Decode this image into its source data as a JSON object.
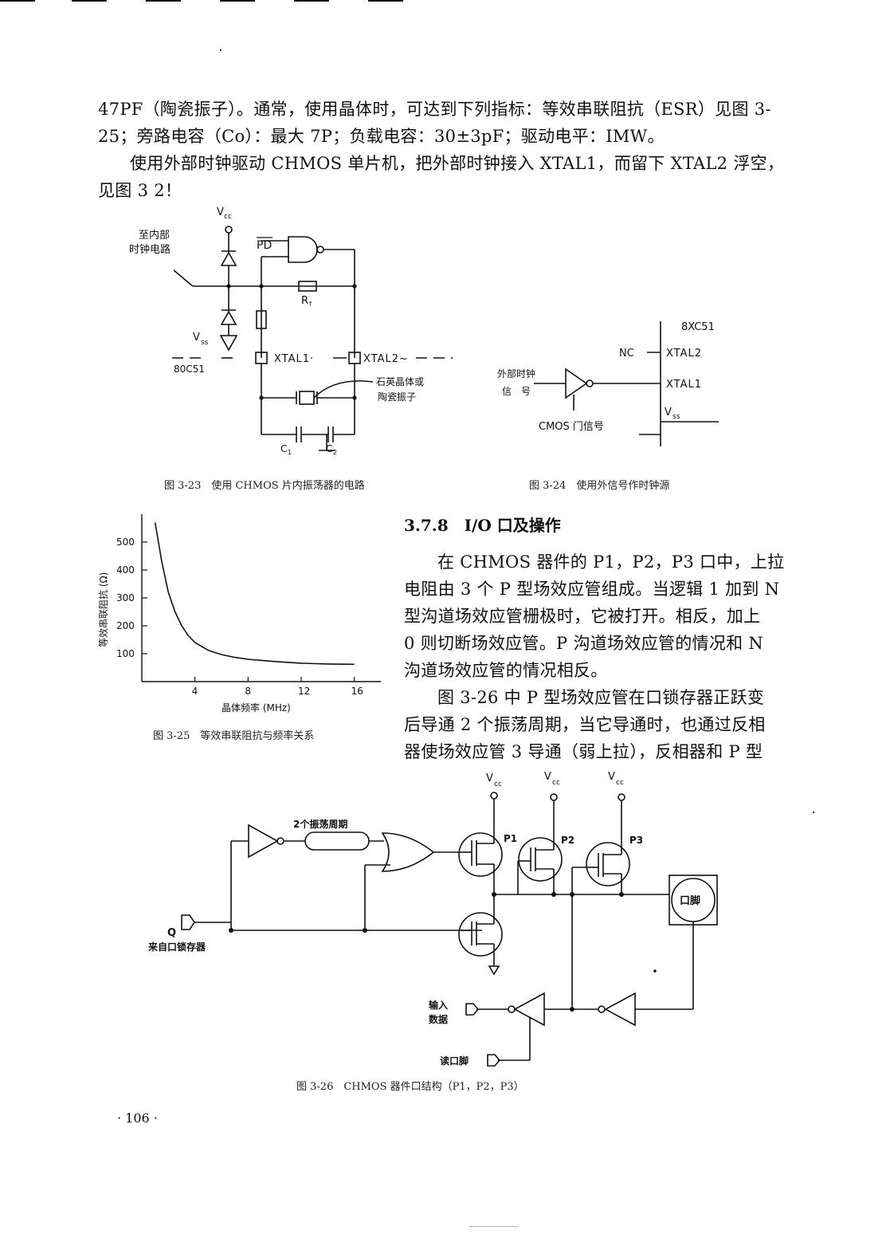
{
  "paragraphs": {
    "p1_line1": "47PF（陶瓷振子）。通常，使用晶体时，可达到下列指标：等效串联阻抗（ESR）见图 3-",
    "p1_line2": "25；旁路电容（Co）：最大 7P；负载电容：30±3pF；驱动电平：IMW。",
    "p2_line1": "使用外部时钟驱动 CHMOS 单片机，把外部时钟接入 XTAL1，而留下 XTAL2 浮空，",
    "p2_line2": "见图 3 2！"
  },
  "fig23": {
    "caption": "图 3-23　使用 CHMOS 片内振荡器的电路",
    "labels": {
      "vcc": "V",
      "vcc_sub": "cc",
      "to_internal_1": "至内部",
      "to_internal_2": "时钟电路",
      "pd": "PD",
      "rf": "R",
      "rf_sub": "f",
      "vss": "V",
      "vss_sub": "ss",
      "chip": "80C51",
      "xtal1": "XTAL1·",
      "xtal2": "XTAL2~",
      "crystal_1": "石英晶体或",
      "crystal_2": "陶瓷振子",
      "c1": "C",
      "c1_sub": "1",
      "c2": "C",
      "c2_sub": "2"
    }
  },
  "fig24": {
    "caption": "图 3-24　使用外信号作时钟源",
    "labels": {
      "chip": "8XC51",
      "nc": "NC",
      "xtal2": "XTAL2",
      "xtal1": "XTAL1",
      "ext_clock_1": "外部时钟",
      "ext_clock_2": "信　号",
      "vss": "V",
      "vss_sub": "ss",
      "cmos_gate": "CMOS 门信号"
    }
  },
  "fig25": {
    "caption": "图 3-25　等效串联阻抗与频率关系"
  },
  "chart_data": {
    "type": "line",
    "title": "",
    "xlabel": "晶体频率 (MHz)",
    "ylabel": "等效串联阻抗 (Ω)",
    "xlim": [
      0,
      18
    ],
    "ylim": [
      0,
      600
    ],
    "xticks": [
      "4",
      "8",
      "12",
      "16"
    ],
    "yticks": [
      "100",
      "200",
      "300",
      "400",
      "500"
    ],
    "x": [
      1,
      1.5,
      2,
      2.5,
      3,
      3.5,
      4,
      5,
      6,
      7,
      8,
      10,
      12,
      14,
      16
    ],
    "y": [
      570,
      430,
      320,
      250,
      200,
      165,
      140,
      112,
      97,
      87,
      80,
      72,
      66,
      63,
      62
    ]
  },
  "section": {
    "heading": "3.7.8　I/O 口及操作",
    "lines": [
      "在 CHMOS 器件的 P1，P2，P3 口中，上拉",
      "电阻由 3 个 P 型场效应管组成。当逻辑 1 加到 N",
      "型沟道场效应管栅极时，它被打开。相反，加上",
      "0 则切断场效应管。P 沟道场效应管的情况和 N",
      "沟道场效应管的情况相反。",
      "图 3-26 中 P 型场效应管在口锁存器正跃变",
      "后导通 2 个振荡周期，当它导通时，也通过反相",
      "器使场效应管 3 导通（弱上拉），反相器和 P 型"
    ]
  },
  "fig26": {
    "caption": "图 3-26　CHMOS 器件口结构（P1，P2，P3）",
    "labels": {
      "vcc": "V",
      "vcc_sub": "cc",
      "two_cycles": "2个振荡周期",
      "p1": "P1",
      "p2": "P2",
      "p3": "P3",
      "port_pin": "口脚",
      "q": "Q",
      "from_latch": "来自口锁存器",
      "input_data_1": "输入",
      "input_data_2": "数据",
      "read_pin": "读口脚"
    }
  },
  "page_number": "· 106 ·"
}
